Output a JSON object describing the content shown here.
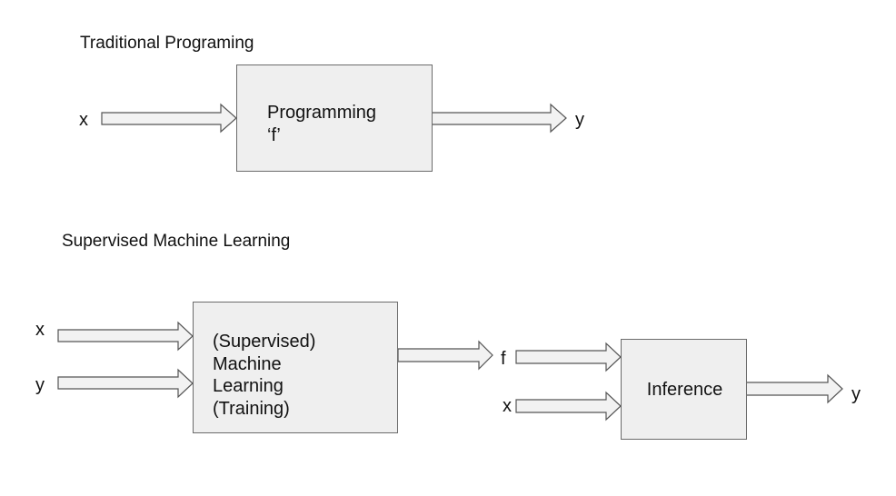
{
  "titles": {
    "traditional": "Traditional Programing",
    "supervised": "Supervised Machine Learning"
  },
  "traditional": {
    "input_label": "x",
    "box_lines": [
      "Programming",
      "‘f’"
    ],
    "output_label": "y"
  },
  "supervised": {
    "input_x_label": "x",
    "input_y_label": "y",
    "training_box_lines": [
      "(Supervised)",
      "Machine",
      "Learning",
      "(Training)"
    ],
    "model_label": "f",
    "inference_x_label": "x",
    "inference_box_label": "Inference",
    "output_label": "y"
  },
  "colors": {
    "box_fill": "#efefef",
    "box_border": "#6b6b6b",
    "arrow_fill": "#f2f2f2",
    "arrow_stroke": "#555555",
    "text": "#111111"
  }
}
